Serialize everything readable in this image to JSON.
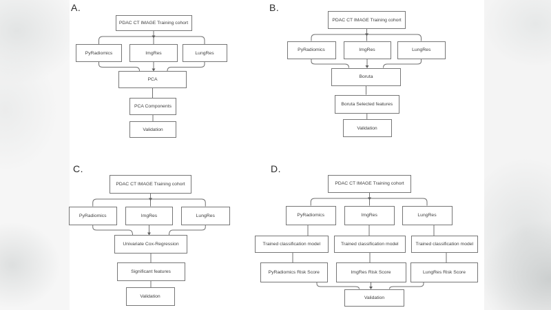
{
  "figure": {
    "panels": {
      "a": {
        "label": "A.",
        "cohort": "PDAC CT IMAGE Training cohort",
        "branches": [
          "PyRadiomics",
          "ImgRes",
          "LungRes"
        ],
        "steps": [
          "PCA",
          "PCA Components",
          "Validation"
        ]
      },
      "b": {
        "label": "B.",
        "cohort": "PDAC CT IMAGE Training cohort",
        "branches": [
          "PyRadiomics",
          "ImgRes",
          "LungRes"
        ],
        "steps": [
          "Boruta",
          "Boruta Selected features",
          "Validation"
        ]
      },
      "c": {
        "label": "C.",
        "cohort": "PDAC CT IMAGE Training cohort",
        "branches": [
          "PyRadiomics",
          "ImgRes",
          "LungRes"
        ],
        "steps": [
          "Univariate Cox-Regression",
          "Significant features",
          "Validation"
        ]
      },
      "d": {
        "label": "D.",
        "cohort": "PDAC CT IMAGE Training cohort",
        "branches": [
          "PyRadiomics",
          "ImgRes",
          "LungRes"
        ],
        "models": [
          "Trained classification model",
          "Trained classification model",
          "Trained classification model"
        ],
        "risk_scores": [
          "PyRadiomics Risk Score",
          "ImgRes Risk Score",
          "LungRes Risk Score"
        ],
        "final": "Validation"
      }
    },
    "colors": {
      "box_border": "#757575",
      "edge_line": "#6f6f6f",
      "text": "#3d3d3d",
      "background": "#ffffff"
    }
  }
}
